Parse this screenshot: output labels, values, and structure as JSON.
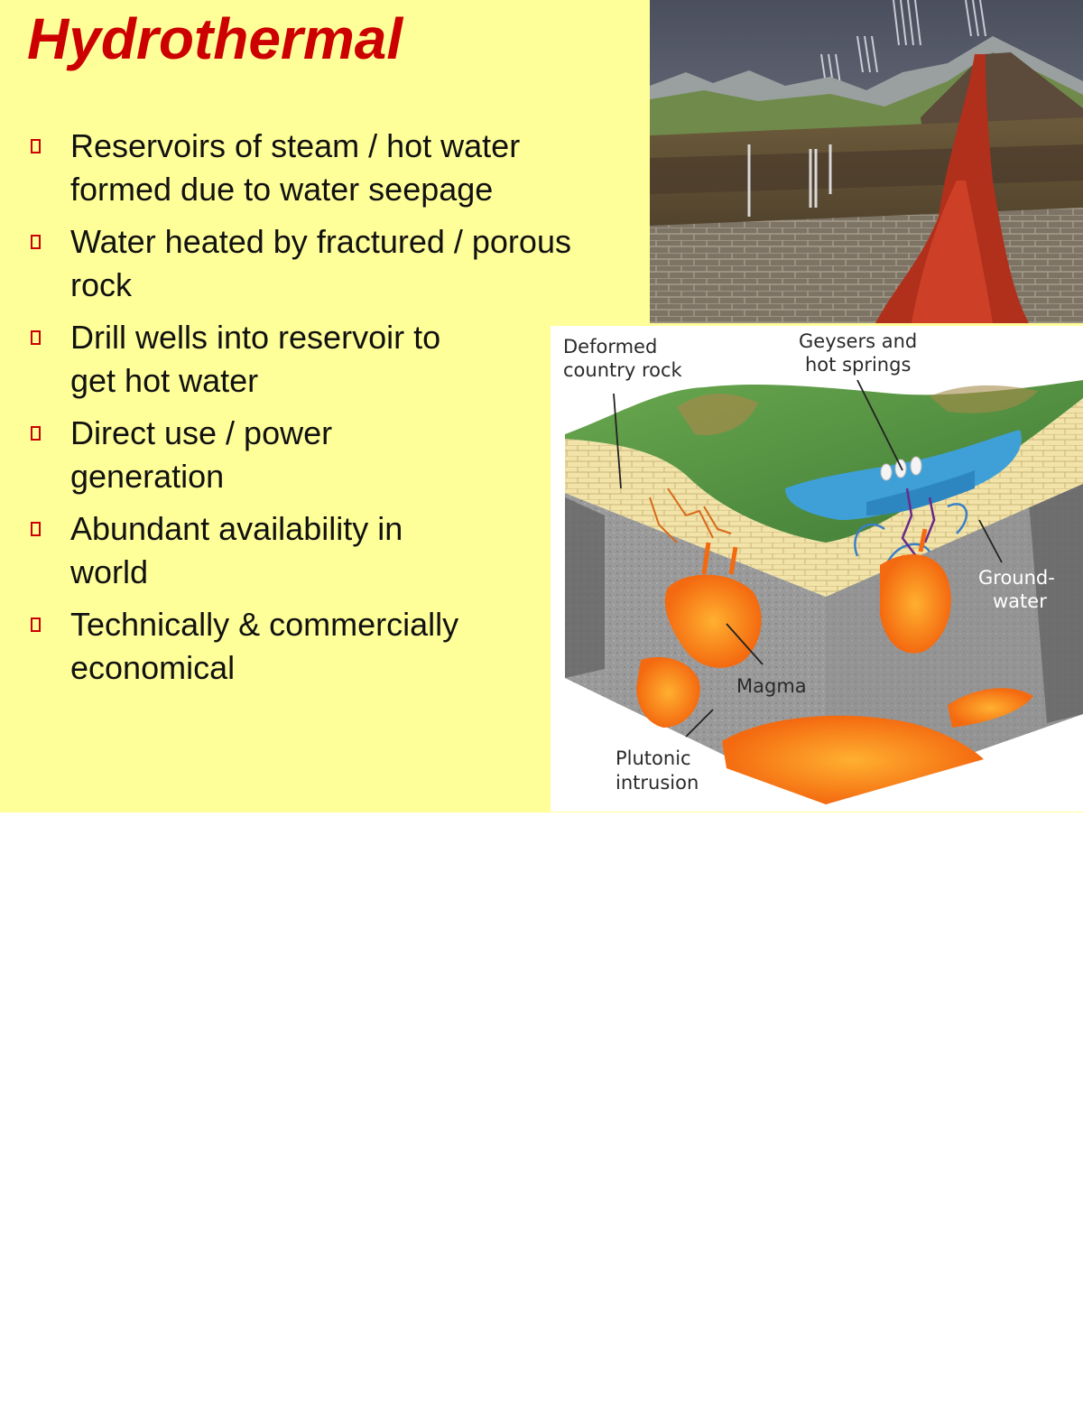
{
  "slide": {
    "title": "Hydrothermal",
    "bullets": [
      {
        "line1": "Reservoirs of steam / hot water",
        "line2": "formed due to water seepage"
      },
      {
        "line1": "Water heated by fractured / porous",
        "line2": "rock"
      },
      {
        "line1": "Drill wells into reservoir to",
        "line2": "get hot water"
      },
      {
        "line1": "Direct use / power",
        "line2": "generation"
      },
      {
        "line1": "Abundant availability in",
        "line2": "world"
      },
      {
        "line1": "Technically & commercially",
        "line2": "economical"
      }
    ],
    "bullet_icon": "hollow-square-bullet",
    "colors": {
      "background": "#ffff99",
      "title": "#cc0000",
      "bullet": "#cc0000"
    }
  },
  "diagram": {
    "labels": {
      "deformed_1": "Deformed",
      "deformed_2": "country rock",
      "geysers_1": "Geysers and",
      "geysers_2": "hot springs",
      "ground_1": "Ground-",
      "ground_2": "water",
      "magma": "Magma",
      "plutonic_1": "Plutonic",
      "plutonic_2": "intrusion"
    }
  }
}
